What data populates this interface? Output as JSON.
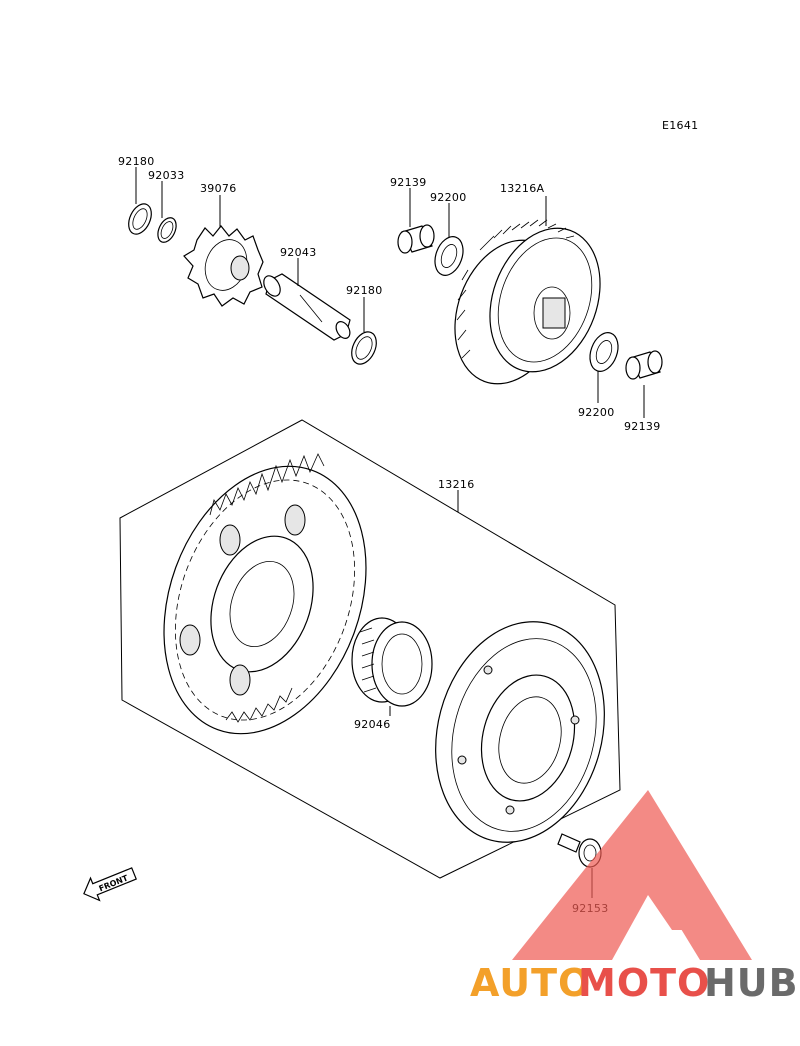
{
  "diagram_code": "E1641",
  "parts": [
    {
      "id": "p1",
      "label": "92180"
    },
    {
      "id": "p2",
      "label": "92033"
    },
    {
      "id": "p3",
      "label": "39076"
    },
    {
      "id": "p4",
      "label": "92043"
    },
    {
      "id": "p5",
      "label": "92180"
    },
    {
      "id": "p6",
      "label": "92139"
    },
    {
      "id": "p7",
      "label": "92200"
    },
    {
      "id": "p8",
      "label": "13216A"
    },
    {
      "id": "p9",
      "label": "92200"
    },
    {
      "id": "p10",
      "label": "92139"
    },
    {
      "id": "p11",
      "label": "13216"
    },
    {
      "id": "p12",
      "label": "92046"
    },
    {
      "id": "p13",
      "label": "92153"
    }
  ],
  "front_marker": "FRONT",
  "watermark": {
    "word_a": "AUTO",
    "word_b": "MOTO",
    "word_c": "HUB",
    "color_a": "#f3a02a",
    "color_b": "#e8504a",
    "color_c": "#6a6a6a",
    "triangle_color": "#ee5a52"
  }
}
